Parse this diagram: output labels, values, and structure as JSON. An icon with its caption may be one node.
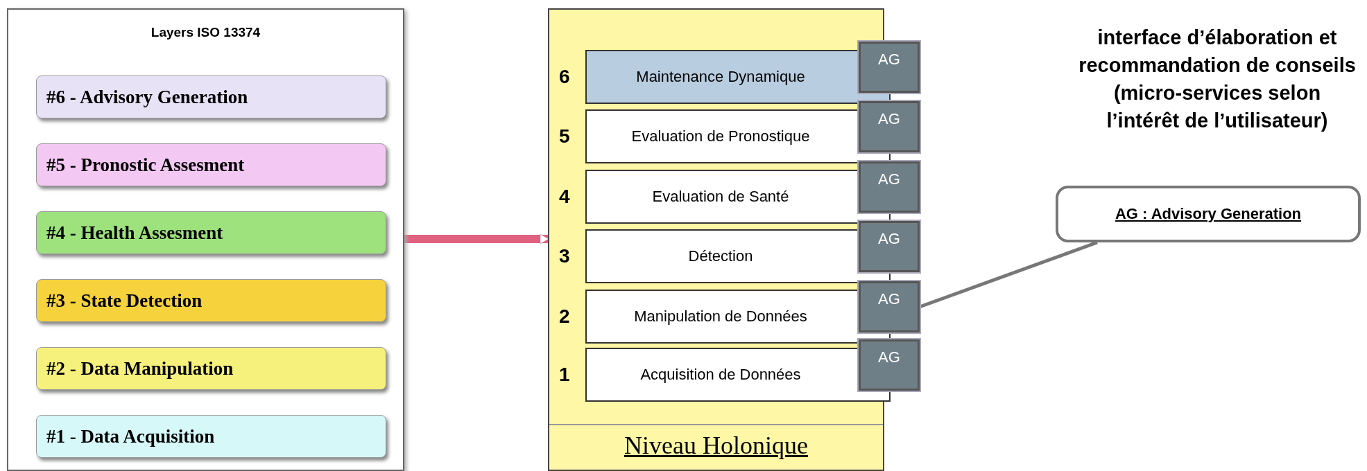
{
  "diagram": {
    "nodes": [
      {
        "text": [
          "Layers ISO 13374"
        ]
      },
      {
        "text": [
          "#6 - Advisory Generation"
        ],
        "in": 0
      },
      {
        "text": [
          "#5 - Pronostic Assesment"
        ],
        "in": 0
      },
      {
        "text": [
          "#4 - Health Assesment"
        ],
        "in": 0
      },
      {
        "text": [
          "#3 - State Detection"
        ],
        "in": 0
      },
      {
        "text": [
          "#2 - Data Manipulation"
        ],
        "in": 0
      },
      {
        "text": [
          "#1 - Data Acquisition"
        ],
        "in": 0
      },
      {
        "text": [
          "Niveau Holonique"
        ]
      },
      {
        "text": [
          "Maintenance Dynamique"
        ],
        "beside": [
          "6"
        ],
        "in": 7
      },
      {
        "text": [
          "AG"
        ]
      },
      {
        "text": [
          "Evaluation de Pronostique"
        ],
        "beside": [
          "5"
        ],
        "in": 7
      },
      {
        "text": [
          "AG"
        ]
      },
      {
        "text": [
          "Evaluation de Santé"
        ],
        "beside": [
          "4"
        ],
        "in": 7
      },
      {
        "text": [
          "AG"
        ]
      },
      {
        "text": [
          "Détection"
        ],
        "beside": [
          "3"
        ],
        "in": 7
      },
      {
        "text": [
          "AG"
        ]
      },
      {
        "text": [
          "Manipulation de Données"
        ],
        "beside": [
          "2"
        ],
        "in": 7
      },
      {
        "text": [
          "AG"
        ]
      },
      {
        "text": [
          "Acquisition de Données"
        ],
        "beside": [
          "1"
        ],
        "in": 7
      },
      {
        "text": [
          "AG"
        ]
      },
      {
        "text": [
          "AG : Advisory Generation"
        ]
      }
    ],
    "edges": [
      {
        "from": 0,
        "to": 7,
        "arrow": "to",
        "style": "thick",
        "color": "#e06080"
      },
      {
        "from": 20,
        "to": 17,
        "arrow": "none",
        "color": "#777777"
      }
    ],
    "labels": [
      "interface d’élaboration et recommandation de conseils (micro-services selon l’intérêt de l’utilisateur)"
    ]
  }
}
